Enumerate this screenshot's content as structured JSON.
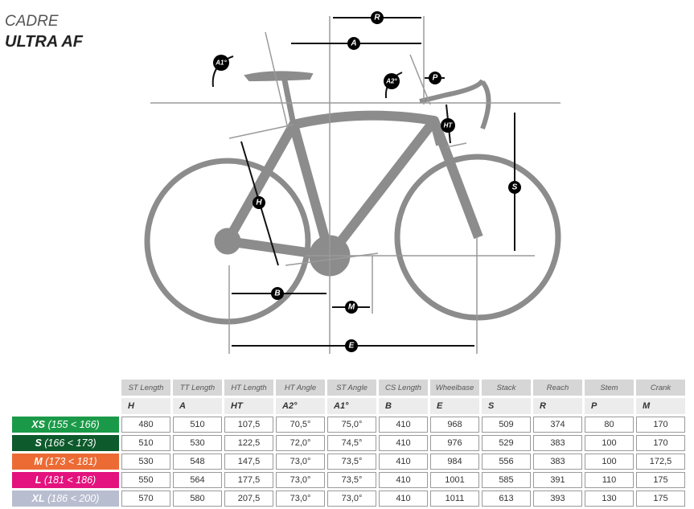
{
  "title": {
    "line1": "CADRE",
    "line2": "ULTRA AF"
  },
  "diagram_labels": {
    "R": "R",
    "A": "A",
    "A1": "A1°",
    "A2": "A2°",
    "P": "P",
    "HT": "HT",
    "S": "S",
    "H": "H",
    "B": "B",
    "M": "M",
    "E": "E"
  },
  "colors": {
    "frame": "#8c8c8c",
    "xs": "#1a9a48",
    "s": "#0d5a2c",
    "m": "#ec6b35",
    "l": "#e3127e",
    "xl": "#b9bdd0"
  },
  "table": {
    "headers": [
      "ST Length",
      "TT Length",
      "HT Length",
      "HT Angle",
      "ST Angle",
      "CS Length",
      "Wheelbase",
      "Stack",
      "Reach",
      "Stem",
      "Crank"
    ],
    "codes": [
      "H",
      "A",
      "HT",
      "A2°",
      "A1°",
      "B",
      "E",
      "S",
      "R",
      "P",
      "M"
    ],
    "rows": [
      {
        "size": "XS",
        "range": "(155 < 166)",
        "values": [
          "480",
          "510",
          "107,5",
          "70,5°",
          "75,0°",
          "410",
          "968",
          "509",
          "374",
          "80",
          "170"
        ]
      },
      {
        "size": "S",
        "range": "(166 < 173)",
        "values": [
          "510",
          "530",
          "122,5",
          "72,0°",
          "74,5°",
          "410",
          "976",
          "529",
          "383",
          "100",
          "170"
        ]
      },
      {
        "size": "M",
        "range": "(173 < 181)",
        "values": [
          "530",
          "548",
          "147,5",
          "73,0°",
          "73,5°",
          "410",
          "984",
          "556",
          "383",
          "100",
          "172,5"
        ]
      },
      {
        "size": "L",
        "range": "(181 < 186)",
        "values": [
          "550",
          "564",
          "177,5",
          "73,0°",
          "73,5°",
          "410",
          "1001",
          "585",
          "391",
          "110",
          "175"
        ]
      },
      {
        "size": "XL",
        "range": "(186 < 200)",
        "values": [
          "570",
          "580",
          "207,5",
          "73,0°",
          "73,0°",
          "410",
          "1011",
          "613",
          "393",
          "130",
          "175"
        ]
      }
    ]
  }
}
